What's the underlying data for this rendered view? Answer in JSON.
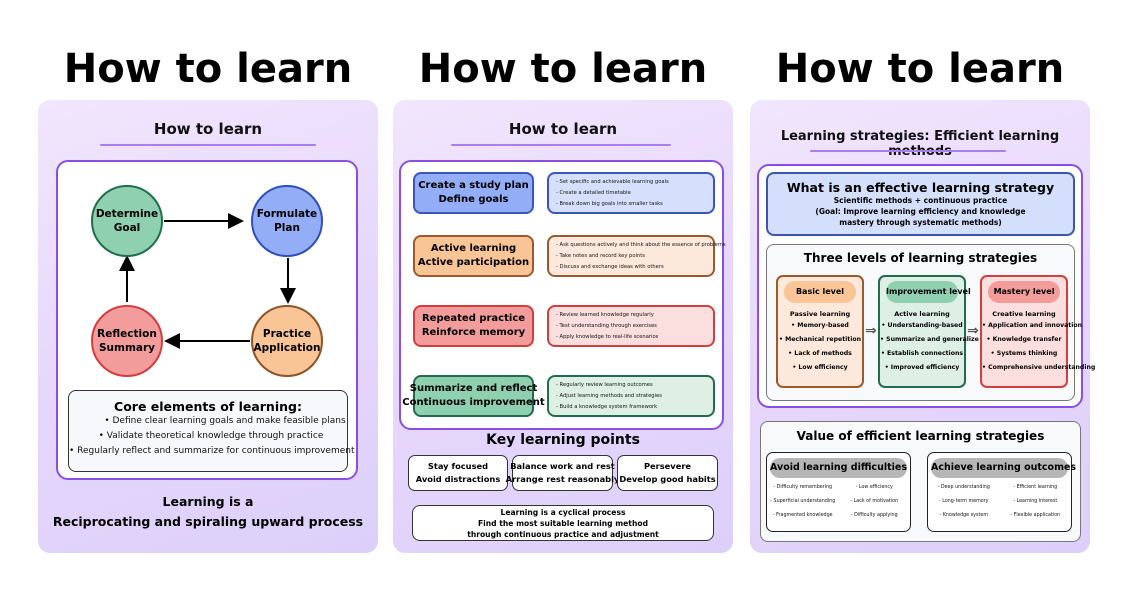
{
  "titles": [
    "How to learn",
    "How to learn",
    "How to learn"
  ],
  "panel1": {
    "title": "How to learn",
    "cycle": [
      {
        "line1": "Determine",
        "line2": "Goal",
        "fill": "#8fd0b1",
        "stroke": "#1f6e4c"
      },
      {
        "line1": "Formulate",
        "line2": "Plan",
        "fill": "#93adf6",
        "stroke": "#2f4fb8"
      },
      {
        "line1": "Practice",
        "line2": "Application",
        "fill": "#f9c596",
        "stroke": "#8d5427"
      },
      {
        "line1": "Reflection",
        "line2": "Summary",
        "fill": "#f29c9c",
        "stroke": "#d23e3e"
      }
    ],
    "core": {
      "title": "Core elements of learning:",
      "items": [
        "• Define clear learning goals and make feasible plans",
        "• Validate theoretical knowledge through practice",
        "• Regularly reflect and summarize for continuous improvement"
      ]
    },
    "footer": {
      "line1": "Learning is a",
      "line2": "Reciprocating and spiraling upward process"
    }
  },
  "panel2": {
    "title": "How to learn",
    "steps": [
      {
        "line1": "Create a study plan",
        "line2": "Define goals",
        "fill": "#93adf6",
        "stroke": "#3a56b8",
        "detail_fill": "#d6e0fc",
        "details": [
          "- Set specific and achievable learning goals",
          "- Create a detailed timetable",
          "- Break down big goals into smaller tasks"
        ]
      },
      {
        "line1": "Active learning",
        "line2": "Active participation",
        "fill": "#f9c596",
        "stroke": "#9a5a2c",
        "detail_fill": "#fde9dc",
        "details": [
          "- Ask questions actively and think about the essence of problems",
          "- Take notes and record key points",
          "- Discuss and exchange ideas with others"
        ]
      },
      {
        "line1": "Repeated practice",
        "line2": "Reinforce memory",
        "fill": "#f29c9c",
        "stroke": "#d23e3e",
        "detail_fill": "#fbdede",
        "details": [
          "- Review learned knowledge regularly",
          "- Test understanding through exercises",
          "- Apply knowledge to real-life scenarios"
        ]
      },
      {
        "line1": "Summarize and reflect",
        "line2": "Continuous improvement",
        "fill": "#8fd0b1",
        "stroke": "#236b4d",
        "detail_fill": "#deefe6",
        "details": [
          "- Regularly review learning outcomes",
          "- Adjust learning methods and strategies",
          "- Build a knowledge system framework"
        ]
      }
    ],
    "key_points": {
      "title": "Key learning points",
      "items": [
        {
          "line1": "Stay focused",
          "line2": "Avoid distractions"
        },
        {
          "line1": "Balance work and rest",
          "line2": "Arrange rest reasonably"
        },
        {
          "line1": "Persevere",
          "line2": "Develop good habits"
        }
      ]
    },
    "cycle_note": [
      "Learning is a cyclical process",
      "Find the most suitable learning method",
      "through continuous practice and adjustment"
    ]
  },
  "panel3": {
    "title": "Learning strategies: Efficient learning methods",
    "what": {
      "title": "What is an effective learning strategy",
      "line1": "Scientific methods + continuous practice",
      "line2": "(Goal: Improve learning efficiency and knowledge",
      "line3": "mastery through systematic methods)"
    },
    "levels": {
      "title": "Three levels of learning strategies",
      "items": [
        {
          "name": "Basic level",
          "sub": "Passive learning",
          "fill": "#fde9dc",
          "stroke": "#9a5a2c",
          "head_fill": "#f9c596",
          "points": [
            "• Memory-based",
            "• Mechanical repetition",
            "• Lack of methods",
            "• Low efficiency"
          ]
        },
        {
          "name": "Improvement level",
          "sub": "Active learning",
          "fill": "#deefe6",
          "stroke": "#236b4d",
          "head_fill": "#8fd0b1",
          "points": [
            "• Understanding-based",
            "• Summarize and generalize",
            "• Establish connections",
            "• Improved efficiency"
          ]
        },
        {
          "name": "Mastery level",
          "sub": "Creative learning",
          "fill": "#fbdede",
          "stroke": "#d23e3e",
          "head_fill": "#f29c9c",
          "points": [
            "• Application and innovation",
            "• Knowledge transfer",
            "• Systems thinking",
            "• Comprehensive understanding"
          ]
        }
      ],
      "arrow": "⇒"
    },
    "value": {
      "title": "Value of efficient learning strategies",
      "cards": [
        {
          "title": "Avoid learning difficulties",
          "items": [
            "- Difficulty remembering",
            "- Low efficiency",
            "- Superficial understanding",
            "- Lack of motivation",
            "- Fragmented knowledge",
            "- Difficulty applying"
          ]
        },
        {
          "title": "Achieve learning outcomes",
          "items": [
            "- Deep understanding",
            "- Efficient learning",
            "- Long-term memory",
            "- Learning interest",
            "- Knowledge system",
            "- Flexible application"
          ]
        }
      ]
    }
  }
}
